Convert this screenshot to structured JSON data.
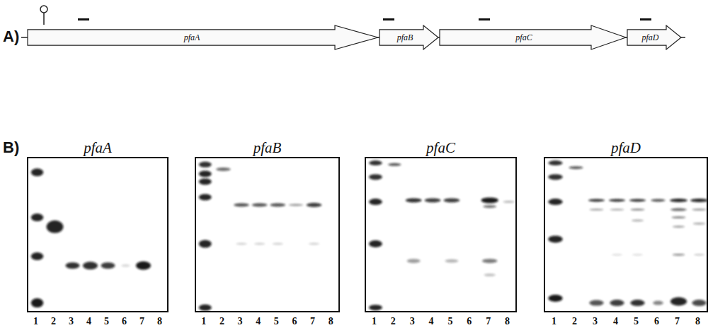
{
  "diagram": {
    "nodes": [
      {
        "text": [
          "pfaA"
        ]
      },
      {
        "text": [
          "pfaB"
        ]
      },
      {
        "text": [
          "pfaC"
        ]
      },
      {
        "text": [
          "pfaD"
        ]
      },
      {
        "text": [
          "pfaA"
        ]
      },
      {
        "text": [
          "pfaB"
        ]
      },
      {
        "text": [
          "pfaC"
        ]
      },
      {
        "text": [
          "pfaD"
        ]
      }
    ],
    "labels": [
      "A)",
      "B)",
      "1",
      "2",
      "3",
      "4",
      "5",
      "6",
      "7",
      "8",
      "1",
      "2",
      "3",
      "4",
      "5",
      "6",
      "7",
      "8",
      "1",
      "2",
      "3",
      "4",
      "5",
      "6",
      "7",
      "8",
      "1",
      "2",
      "3",
      "4",
      "5",
      "6",
      "7",
      "8"
    ]
  }
}
